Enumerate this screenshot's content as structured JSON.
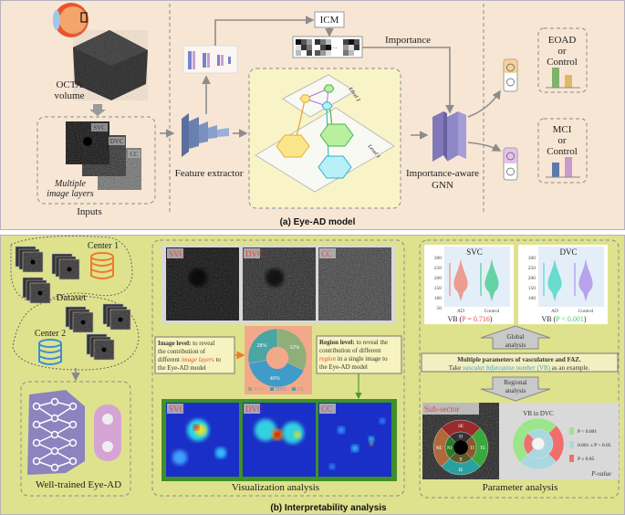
{
  "panel_a": {
    "title": "(a) Eye-AD model",
    "inputs": {
      "octa_line1": "OCTA",
      "octa_line2": "volume",
      "layers": [
        "SVC",
        "DVC",
        "CC"
      ],
      "multiple_line1": "Multiple",
      "multiple_line2": "image layers",
      "label": "Inputs"
    },
    "feature_extractor": "Feature extractor",
    "icm": "ICM",
    "importance": "Importance",
    "level2": "Level 2",
    "level1": "Level 1",
    "gnn_line1": "Importance-aware",
    "gnn_line2": "GNN",
    "outputs": [
      {
        "line1": "EOAD",
        "line2": "or",
        "line3": "Control",
        "bar_colors": [
          "#7fb36a",
          "#e0b86a"
        ]
      },
      {
        "line1": "MCI",
        "line2": "or",
        "line3": "Control",
        "bar_colors": [
          "#5e7aa8",
          "#c99ad0"
        ]
      }
    ]
  },
  "panel_b": {
    "title": "(b) Interpretability analysis",
    "dataset": {
      "center1": "Center 1",
      "center2": "Center 2",
      "label": "Dataset"
    },
    "trained_label": "Well-trained Eye-AD",
    "visualization": {
      "layers": [
        "SVC",
        "DVC",
        "CC"
      ],
      "image_level": {
        "bold": "Image level:",
        "line1_rest": " to reveal",
        "line2": "the contribution of",
        "line3_a": "different ",
        "line3_em": "image layers",
        "line3_b": " to",
        "line4": "the Eye-AD model"
      },
      "region_level": {
        "bold": "Region level:",
        "line1_rest": " to reveal the",
        "line2": "contribution of different",
        "line3_em": "region",
        "line3_b": " in a single image to",
        "line4": "the Eye-AD model"
      },
      "donut": {
        "slices": [
          {
            "label": "SVC",
            "value": 32,
            "text": "32%",
            "color": "#8fae7a"
          },
          {
            "label": "DVC",
            "value": 40,
            "text": "40%",
            "color": "#3f9bc8"
          },
          {
            "label": "CC",
            "value": 28,
            "text": "28%",
            "color": "#4aa5a5"
          }
        ]
      },
      "label": "Visualization analysis"
    },
    "parameter": {
      "charts": [
        {
          "title": "SVC",
          "yticks": [
            "300",
            "250",
            "200",
            "150",
            "100",
            "50"
          ],
          "categories": [
            "AD",
            "Control"
          ],
          "caption_a": "VB (",
          "caption_p": "P = 0.716",
          "caption_b": ")",
          "p_color": "#e8473c",
          "colors": [
            "#f08070",
            "#3cc98a"
          ]
        },
        {
          "title": "DVC",
          "yticks": [
            "300",
            "250",
            "200",
            "150",
            "100"
          ],
          "categories": [
            "AD",
            "Control"
          ],
          "caption_a": "VB (",
          "caption_p": "P < 0.001",
          "caption_b": ")",
          "p_color": "#3ccf5a",
          "colors": [
            "#3fd6c0",
            "#a78ae8"
          ]
        }
      ],
      "global_line1": "Global",
      "global_line2": "analysis",
      "box_line1": "Multiple parameters of vasculature and FAZ.",
      "box_line2_a": "Take ",
      "box_line2_em": "vascular bifurcation number",
      "box_line2_vb": " (VB)",
      "box_line2_b": " as an example.",
      "regional_line1": "Regional",
      "regional_line2": "analysis",
      "subsector_title": "Sub-sector",
      "sectors": [
        "SE",
        "TE",
        "IE",
        "NE",
        "SI",
        "TI",
        "II",
        "NI"
      ],
      "vb_title": "VB in DVC",
      "legend": [
        {
          "text": "P < 0.001",
          "color": "#9be58a"
        },
        {
          "text": "0.001 ≤ P < 0.05",
          "color": "#a9d8e0"
        },
        {
          "text": "P ≥ 0.05",
          "color": "#ef6e6e"
        }
      ],
      "pvalue_label": "P-value",
      "label": "Parameter analysis"
    }
  }
}
